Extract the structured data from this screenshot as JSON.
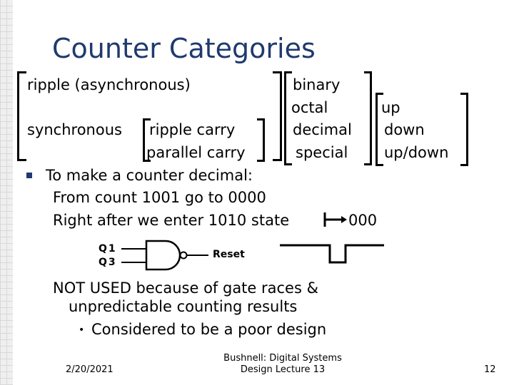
{
  "slide": {
    "title": "Counter Categories",
    "categories": {
      "ripple_async": "ripple (asynchronous)",
      "synchronous": "synchronous",
      "ripple_carry": "ripple carry",
      "parallel_carry": "parallel carry",
      "binary": "binary",
      "octal": "octal",
      "decimal": "decimal",
      "special": "special",
      "up": "up",
      "down": "down",
      "up_down": "up/down"
    },
    "bullet_main": "To make a counter decimal:",
    "line_count": "From count 1001 go to 0000",
    "line_state": "Right after we enter 1010 state",
    "line_state_value": "000",
    "gate": {
      "input_q1": "Q1",
      "input_q3": "Q3",
      "output": "Reset"
    },
    "not_used_line1": "NOT USED because of gate races &",
    "not_used_line2": "unpredictable counting results",
    "sub_bullet": "Considered to be a poor design"
  },
  "footer": {
    "date": "2/20/2021",
    "center_line1": "Bushnell: Digital Systems",
    "center_line2": "Design Lecture 13",
    "page": "12"
  },
  "colors": {
    "title": "#1f3a6e",
    "bullet": "#1f3a6e"
  }
}
